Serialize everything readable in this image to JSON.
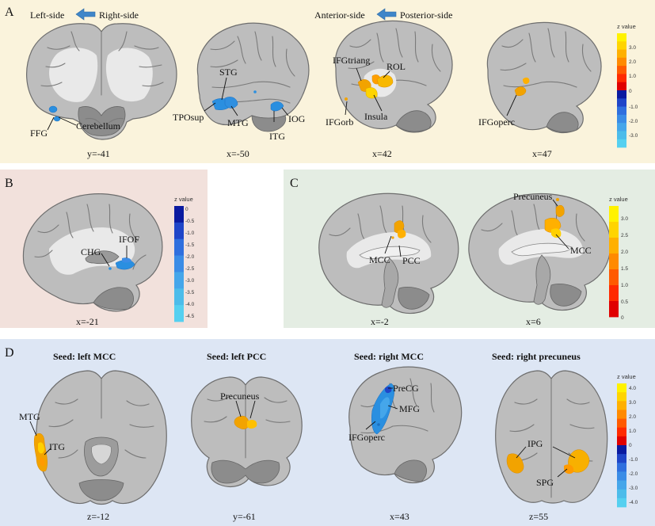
{
  "panels": {
    "A": {
      "letter": "A",
      "direction_left": "Left-side",
      "direction_right": "Right-side",
      "direction_anterior": "Anterior-side",
      "direction_posterior": "Posterior-side",
      "coords": [
        "y=-41",
        "x=-50",
        "x=42",
        "x=47"
      ],
      "labels": {
        "ffg": "FFG",
        "cerebellum": "Cerebellum",
        "stg": "STG",
        "tposup": "TPOsup",
        "mtg": "MTG",
        "itg": "ITG",
        "iog": "IOG",
        "ifgtriang": "IFGtriang",
        "rol": "ROL",
        "ifgorb": "IFGorb",
        "insula": "Insula",
        "ifgoperc": "IFGoperc"
      },
      "colorbar": {
        "title": "z value",
        "ticks": [
          "3.0",
          "2.0",
          "1.0",
          "0",
          "-1.0",
          "-2.0",
          "-3.0"
        ]
      }
    },
    "B": {
      "letter": "B",
      "coord": "x=-21",
      "labels": {
        "chg": "CHG",
        "ifof": "IFOF"
      },
      "colorbar": {
        "title": "z value",
        "ticks": [
          "0",
          "-0.5",
          "-1.0",
          "-1.5",
          "-2.0",
          "-2.5",
          "-3.0",
          "-3.5",
          "-4.0",
          "-4.5"
        ]
      }
    },
    "C": {
      "letter": "C",
      "coords": [
        "x=-2",
        "x=6"
      ],
      "labels": {
        "mcc_left": "MCC",
        "pcc": "PCC",
        "precuneus": "Precuneus",
        "mcc_right": "MCC"
      },
      "colorbar": {
        "title": "z value",
        "ticks": [
          "3.0",
          "2.5",
          "2.0",
          "1.5",
          "1.0",
          "0.5",
          "0"
        ]
      }
    },
    "D": {
      "letter": "D",
      "seeds": [
        "Seed: left MCC",
        "Seed: left PCC",
        "Seed: right MCC",
        "Seed: right precuneus"
      ],
      "coords": [
        "z=-12",
        "y=-61",
        "x=43",
        "z=55"
      ],
      "labels": {
        "mtg": "MTG",
        "itg": "ITG",
        "precuneus": "Precuneus",
        "precg": "PreCG",
        "mfg": "MFG",
        "ifgoperc": "IFGoperc",
        "ipg": "IPG",
        "spg": "SPG"
      },
      "colorbar": {
        "title": "z value",
        "ticks": [
          "4.0",
          "3.0",
          "2.0",
          "1.0",
          "0",
          "-1.0",
          "-2.0",
          "-3.0",
          "-4.0"
        ]
      }
    }
  },
  "colors": {
    "positive": [
      "#fff200",
      "#ffd400",
      "#ffb000",
      "#ff8a00",
      "#ff5a00",
      "#ff2a00",
      "#e00000"
    ],
    "negative": [
      "#0a1aa0",
      "#1f45c8",
      "#2f6fde",
      "#3a8ce6",
      "#45a6ea",
      "#4cbcea",
      "#55d0f0"
    ],
    "blob_warm": "#f2a300",
    "blob_cool": "#2a8fe0",
    "arrow": "#3f86c9"
  }
}
